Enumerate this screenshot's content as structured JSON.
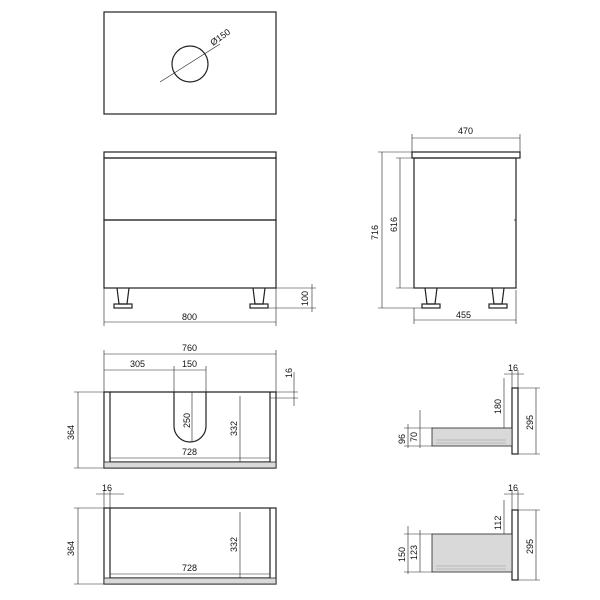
{
  "dimensions": {
    "hole_diameter": "Ø150",
    "top_depth": "470",
    "cabinet_height_total": "716",
    "cabinet_height_body": "616",
    "side_depth": "455",
    "front_width": "800",
    "leg_height": "100",
    "plan_width": "760",
    "plan_offset": "305",
    "cutout_width": "150",
    "panel_thickness": "16",
    "cutout_depth": "250",
    "plan_depth": "364",
    "inner_depth": "332",
    "inner_width": "728",
    "drawer1_depth": "180",
    "drawer1_height": "70",
    "drawer1_front": "96",
    "drawer1_total": "295",
    "drawer2_thickness": "16",
    "drawer2_depth": "112",
    "drawer2_inner": "123",
    "drawer2_height": "150",
    "drawer2_total": "295",
    "lower_plan_thickness": "16",
    "lower_plan_depth": "364",
    "lower_inner_depth": "332",
    "lower_inner_width": "728",
    "upper_drawer_thickness": "16"
  }
}
